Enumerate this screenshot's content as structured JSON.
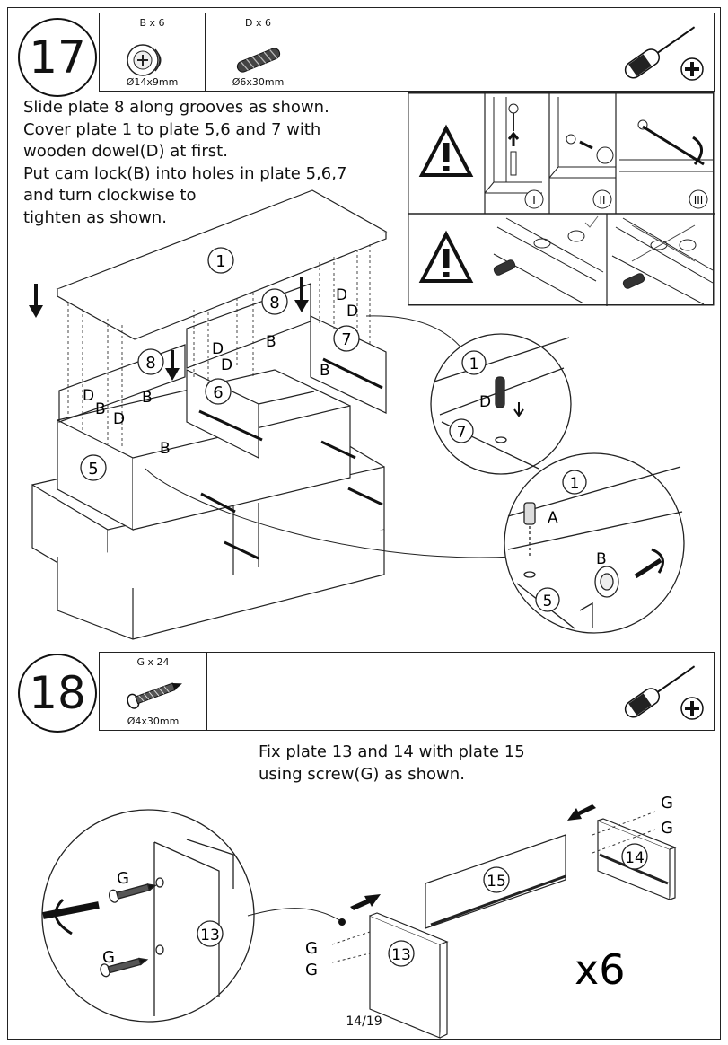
{
  "step17": {
    "number": "17",
    "parts": [
      {
        "qty": "B x 6",
        "size": "Ø14x9mm"
      },
      {
        "qty": "D x 6",
        "size": "Ø6x30mm"
      }
    ],
    "instruction_lines": [
      "Slide plate 8 along grooves as shown.",
      "Cover plate 1 to plate 5,6 and 7 with",
      "wooden dowel(D) at first.",
      "Put cam lock(B) into holes in plate 5,6,7",
      "and turn clockwise to",
      "tighten as shown."
    ],
    "plate_labels": {
      "p1": "1",
      "p8a": "8",
      "p8b": "8",
      "p7": "7",
      "p6": "6",
      "p5": "5"
    },
    "hardware_labels": {
      "B": "B",
      "D": "D",
      "A": "A"
    },
    "warning_steps": [
      "I",
      "II",
      "III"
    ],
    "tool": "phillips-screwdriver"
  },
  "step18": {
    "number": "18",
    "parts": [
      {
        "qty": "G x 24",
        "size": "Ø4x30mm"
      }
    ],
    "instruction_lines": [
      "Fix plate 13 and 14 with plate 15",
      "using screw(G) as shown."
    ],
    "plate_labels": {
      "p13": "13",
      "p14": "14",
      "p15": "15"
    },
    "hardware_label": "G",
    "multiplier": "x6",
    "tool": "phillips-screwdriver"
  },
  "page_number": "14/19"
}
